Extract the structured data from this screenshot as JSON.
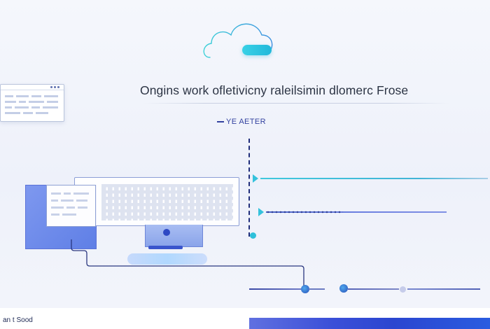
{
  "hero": {
    "headline": "Ongins work ofletivicny raleilsimin dlomerc Frose",
    "tag": "YE AETER"
  },
  "footer": {
    "label": "an t Sood"
  },
  "colors": {
    "accent_cyan": "#35c2dc",
    "accent_blue": "#2e49c4",
    "navy": "#1f2d7a",
    "background": "#f2f4fb"
  },
  "icons": [
    "cloud-icon",
    "monitor-icon",
    "arrow-right-icon",
    "node-icon"
  ]
}
